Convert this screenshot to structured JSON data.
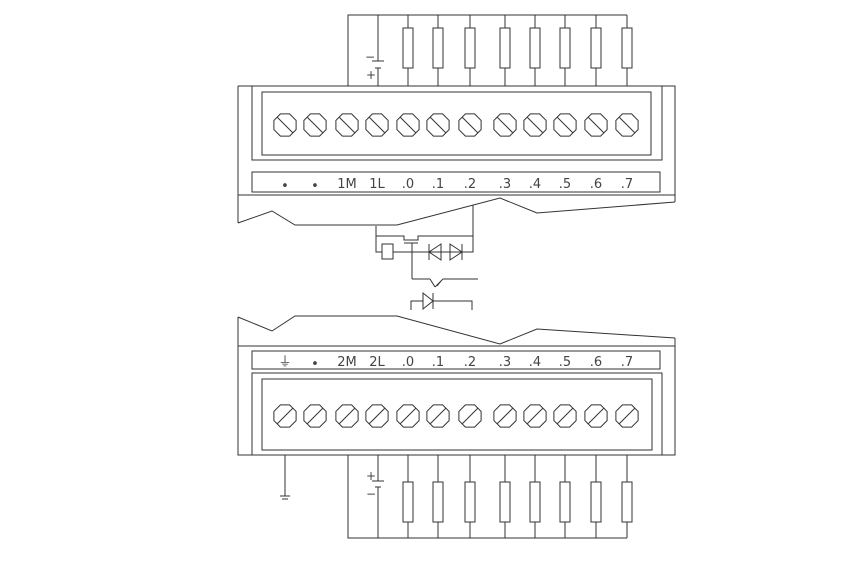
{
  "top_module": {
    "labels": [
      "•",
      "•",
      "1M",
      "1L",
      ".0",
      ".1",
      ".2",
      ".3",
      ".4",
      ".5",
      ".6",
      ".7"
    ],
    "battery": {
      "minus": "−",
      "plus": "+"
    }
  },
  "bottom_module": {
    "labels": [
      "⏚",
      "•",
      "2M",
      "2L",
      ".0",
      ".1",
      ".2",
      ".3",
      ".4",
      ".5",
      ".6",
      ".7"
    ],
    "battery": {
      "plus": "+",
      "minus": "−"
    }
  },
  "colors": {
    "line": "#333333",
    "background": "#ffffff"
  }
}
